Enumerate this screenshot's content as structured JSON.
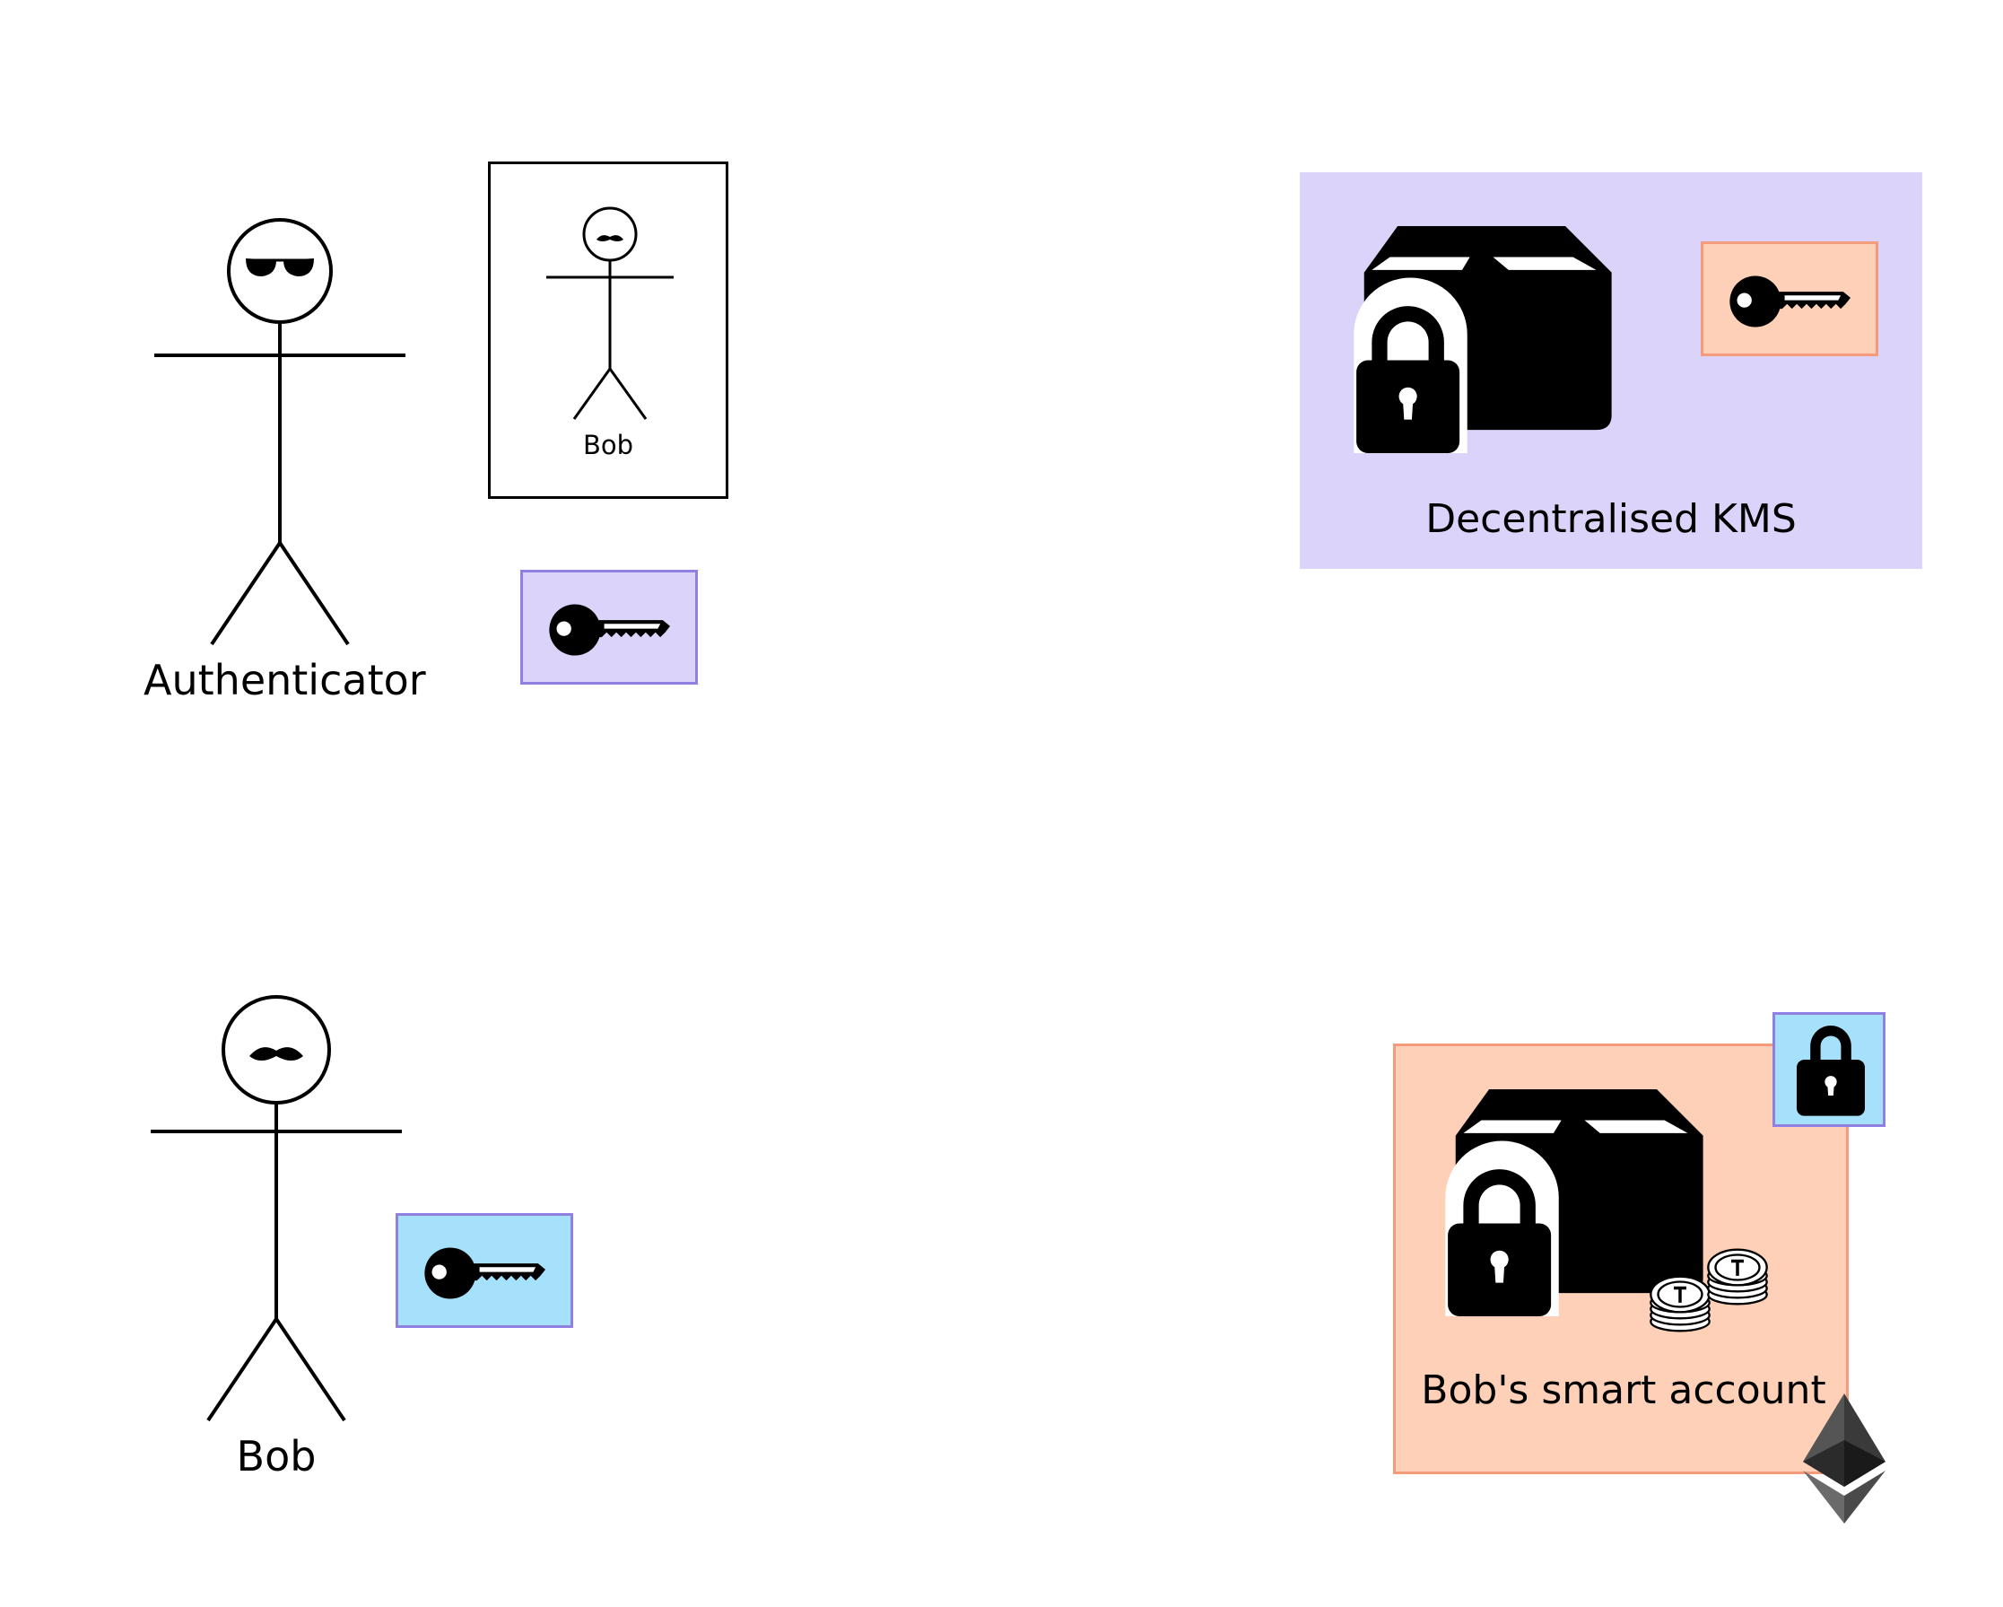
{
  "authenticator": {
    "label": "Authenticator",
    "card_label": "Bob"
  },
  "kms": {
    "label": "Decentralised KMS",
    "color": "#dcd3fa",
    "key_box_color": "#ffd0b8"
  },
  "bob": {
    "label": "Bob",
    "key_box_color": "#a6e1fb"
  },
  "smart_account": {
    "label": "Bob's smart account",
    "color": "#ffd0b8",
    "lock_box_color": "#a6e1fb"
  },
  "colors": {
    "purple_border": "#8f80e2",
    "orange_border": "#f39b7a",
    "auth_key_box": "#dcd3fa"
  },
  "icons": [
    "sunglasses-icon",
    "mustache-icon",
    "key-icon",
    "locked-box-icon",
    "padlock-icon",
    "coins-icon",
    "ethereum-icon"
  ]
}
